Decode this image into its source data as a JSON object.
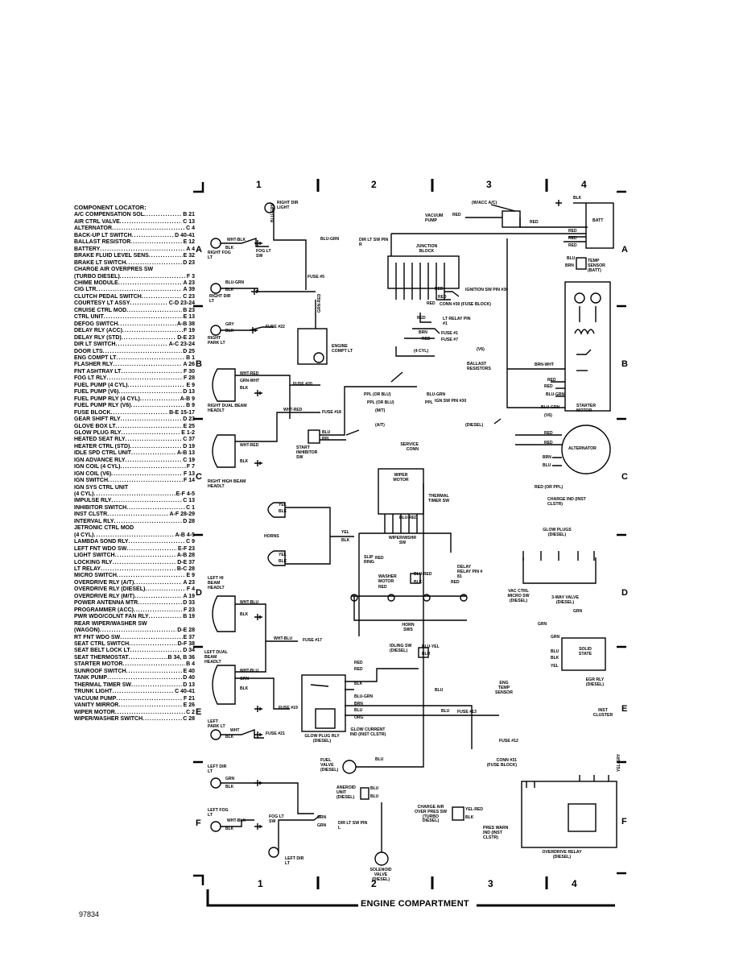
{
  "locator": {
    "heading": "COMPONENT LOCATOR:",
    "items": [
      {
        "name": "A/C COMPENSATION SOL",
        "ref": "B 21"
      },
      {
        "name": "AIR CTRL VALVE",
        "ref": "C 13"
      },
      {
        "name": "ALTERNATOR",
        "ref": "C 4"
      },
      {
        "name": "BACK-UP LT SWITCH",
        "ref": "D 40-41"
      },
      {
        "name": "BALLAST RESISTOR",
        "ref": "E 12"
      },
      {
        "name": "BATTERY",
        "ref": "A 4"
      },
      {
        "name": "BRAKE FLUID LEVEL SENS",
        "ref": "E 32"
      },
      {
        "name": "BRAKE LT SWITCH",
        "ref": "D 23"
      },
      {
        "name": "CHARGE AIR OVERPRES SW",
        "ref": ""
      },
      {
        "name": "(TURBO DIESEL)",
        "ref": "F 3"
      },
      {
        "name": "CHIME MODULE",
        "ref": "A 23"
      },
      {
        "name": "CIG LTR",
        "ref": "A 39"
      },
      {
        "name": "CLUTCH PEDAL SWITCH",
        "ref": "C 23"
      },
      {
        "name": "COURTESY LT ASSY",
        "ref": "C-D 23-24"
      },
      {
        "name": "CRUISE CTRL MOD",
        "ref": "B 23"
      },
      {
        "name": "CTRL UNIT",
        "ref": "E 13"
      },
      {
        "name": "DEFOG SWITCH",
        "ref": "A-B 38"
      },
      {
        "name": "DELAY RLY (ACC)",
        "ref": "F 19"
      },
      {
        "name": "DELAY RLY (STD)",
        "ref": "D-E 23"
      },
      {
        "name": "DIR LT SWITCH",
        "ref": "A-C 23-24"
      },
      {
        "name": "DOOR LTS",
        "ref": "D 25"
      },
      {
        "name": "ENG COMPT LT",
        "ref": "B 1"
      },
      {
        "name": "FLASHER RLY",
        "ref": "A 26"
      },
      {
        "name": "FNT ASHTRAY LT",
        "ref": "F 30"
      },
      {
        "name": "FOG LT RLY",
        "ref": "F 28"
      },
      {
        "name": "FUEL PUMP (4 CYL)",
        "ref": "E 9"
      },
      {
        "name": "FUEL PUMP (V6)",
        "ref": "D 13"
      },
      {
        "name": "FUEL PUMP RLY (4 CYL)",
        "ref": "A-B 9"
      },
      {
        "name": "FUEL PUMP RLY (V6)",
        "ref": "B 9"
      },
      {
        "name": "FUSE BLOCK",
        "ref": "B-E 15-17"
      },
      {
        "name": "GEAR SHIFT RLY",
        "ref": "D 23"
      },
      {
        "name": "GLOVE BOX LT",
        "ref": "E 25"
      },
      {
        "name": "GLOW PLUG RLY",
        "ref": "E 1-2"
      },
      {
        "name": "HEATED SEAT RLY",
        "ref": "C 37"
      },
      {
        "name": "HEATER CTRL (STD)",
        "ref": "D 19"
      },
      {
        "name": "IDLE SPD CTRL UNIT",
        "ref": "A-B 13"
      },
      {
        "name": "IGN ADVANCE RLY",
        "ref": "C 19"
      },
      {
        "name": "IGN COIL (4 CYL)",
        "ref": "F 7"
      },
      {
        "name": "IGN COIL (V6)",
        "ref": "F 13"
      },
      {
        "name": "IGN SWITCH",
        "ref": "F 14"
      },
      {
        "name": "IGN SYS CTRL UNIT",
        "ref": ""
      },
      {
        "name": "(4 CYL)",
        "ref": "E-F 4-5"
      },
      {
        "name": "IMPULSE RLY",
        "ref": "C 13"
      },
      {
        "name": "INHIBITOR SWITCH",
        "ref": "C 1"
      },
      {
        "name": "INST CLSTR",
        "ref": "A-F 28-29"
      },
      {
        "name": "INTERVAL RLY",
        "ref": "D 28"
      },
      {
        "name": "JETRONIC CTRL MOD",
        "ref": ""
      },
      {
        "name": "(4 CYL)",
        "ref": "A-B 4-5"
      },
      {
        "name": "LAMBDA SOND RLY",
        "ref": "C 9"
      },
      {
        "name": "LEFT FNT WDO SW",
        "ref": "E-F 23"
      },
      {
        "name": "LIGHT SWITCH",
        "ref": "A-B 28"
      },
      {
        "name": "LOCKING RLY",
        "ref": "D-E 37"
      },
      {
        "name": "LT RELAY",
        "ref": "B-C 28"
      },
      {
        "name": "MICRO SWITCH",
        "ref": "E 9"
      },
      {
        "name": "OVERDRIVE RLY (A/T)",
        "ref": "A 23"
      },
      {
        "name": "OVERDRIVE RLY (DIESEL)",
        "ref": "F 4"
      },
      {
        "name": "OVERDRIVE RLY (M/T)",
        "ref": "A 19"
      },
      {
        "name": "POWER ANTENNA MTR",
        "ref": "D 33"
      },
      {
        "name": "PROGRAMMER (ACC)",
        "ref": "F 23"
      },
      {
        "name": "PWR WDO/COLNT FAN RLY",
        "ref": "B 19"
      },
      {
        "name": "REAR WIPER/WASHER SW",
        "ref": ""
      },
      {
        "name": "(WAGON)",
        "ref": "D-E 28"
      },
      {
        "name": "RT FNT WDO SW",
        "ref": "E 37"
      },
      {
        "name": "SEAT CTRL SWITCH",
        "ref": "D-F 38"
      },
      {
        "name": "SEAT BELT LOCK LT",
        "ref": "D 34"
      },
      {
        "name": "SEAT THERMOSTAT",
        "ref": "B 34, B 36"
      },
      {
        "name": "STARTER MOTOR",
        "ref": "B 4"
      },
      {
        "name": "SUNROOF SWITCH",
        "ref": "E 40"
      },
      {
        "name": "TANK PUMP",
        "ref": "D 40"
      },
      {
        "name": "THERMAL TIMER SW",
        "ref": "D 13"
      },
      {
        "name": "TRUNK LIGHT",
        "ref": "C 40-41"
      },
      {
        "name": "VACUUM PUMP",
        "ref": "F 21"
      },
      {
        "name": "VANITY MIRROR",
        "ref": "E 26"
      },
      {
        "name": "WIPER MOTOR",
        "ref": "C 2"
      },
      {
        "name": "WIPER/WASHER SWITCH",
        "ref": "C 28"
      }
    ]
  },
  "grid": {
    "columns": [
      "1",
      "2",
      "3",
      "4"
    ],
    "rows": [
      "A",
      "B",
      "C",
      "D",
      "E",
      "F"
    ]
  },
  "footer": {
    "title": "ENGINE COMPARTMENT",
    "page_id": "97834"
  },
  "labels": {
    "right_dir_light": "RIGHT DIR LIGHT",
    "right_fog_lt": "RIGHT FOG LT",
    "fog_lt_sw": "FOG LT SW",
    "right_dir_lt": "RIGHT DIR LT",
    "right_park_lt": "RIGHT PARK LT",
    "fuse_5": "FUSE #5",
    "fuse_22": "FUSE #22",
    "engine_compt_lt": "ENGINE COMPT LT",
    "right_dual_beam": "RIGHT DUAL BEAM HEADLT",
    "fuse_20": "FUSE #20",
    "fuse_18": "FUSE #18",
    "right_high_beam": "RIGHT HIGH BEAM HEADLT",
    "start_inhibitor": "START INHIBITOR SW",
    "horns": "HORNS",
    "left_hi_beam": "LEFT HI BEAM HEADLT",
    "left_dual_beam": "LEFT DUAL BEAM HEADLT",
    "fuse_17": "FUSE #17",
    "fuse_19": "FUSE #19",
    "left_park_lt": "LEFT PARK LT",
    "fuse_21": "FUSE #21",
    "left_dir_lt": "LEFT DIR LT",
    "left_fog_lt": "LEFT FOG LT",
    "fog_lt_sw2": "FOG LT SW",
    "dir_lt_sw_pin_r": "DIR LT SW PIN R",
    "dir_lt_sw_pin_l": "DIR LT SW PIN L",
    "left_dir_lt2": "LEFT DIR LT",
    "acc_ac": "(W/ACC A/C)",
    "vacuum_pump": "VACUUM PUMP",
    "junction_block": "JUNCTION BLOCK",
    "ign_sw_30": "IGNITION SW PIN #30",
    "conn_30": "CONN #30 (FUSE BLOCK)",
    "lt_relay_pin1": "LT RELAY PIN #1",
    "fuse_1": "FUSE #1",
    "fuse_7": "FUSE #7",
    "four_cyl": "(4 CYL)",
    "v6": "(V6)",
    "ballast_resistors": "BALLAST RESISTORS",
    "batt": "BATT",
    "temp_sensor": "TEMP SENSOR (BATT)",
    "starter_motor": "STARTER MOTOR",
    "v6_2": "(V6)",
    "ign_sw_pin30": "IGN SW PIN #30",
    "mt": "(M/T)",
    "at": "(A/T)",
    "diesel": "(DIESEL)",
    "service_conn": "SERVICE CONN",
    "alternator": "ALTERNATOR",
    "wiper_motor": "WIPER MOTOR",
    "thermal_timer": "THERMAL TIMER SW",
    "red_or_ppl": "RED (OR PPL)",
    "charge_ind": "CHARGE IND (INST CLSTR)",
    "wiper_wshr": "WIPER/WSHR SW",
    "glow_plugs": "GLOW PLUGS (DIESEL)",
    "delay_relay": "DELAY RELAY PIN # 81",
    "washer_motor": "WASHER MOTOR",
    "slip_ring": "SLIP RING",
    "horn_sws": "HORN SWS",
    "vac_ctrl": "VAC CTRL MICRO SW (DIESEL)",
    "three_way": "3-WAY VALVE (DIESEL)",
    "idling_sw": "IDLING SW (DIESEL)",
    "solid_state": "SOLID STATE",
    "egr_rly": "EGR RLY (DIESEL)",
    "eng_temp": "ENG TEMP SENSOR",
    "fuse_13": "FUSE #13",
    "inst_cluster": "INST CLUSTER",
    "glow_current": "GLOW CURRENT IND (INST CLSTR)",
    "glow_plug_rly": "GLOW PLUG RLY (DIESEL)",
    "fuse_12": "FUSE #12",
    "conn_31": "CONN #31 (FUSE BLOCK)",
    "fuel_valve": "FUEL VALVE (DIESEL)",
    "aneroid": "ANEROID UNIT (DIESEL)",
    "charge_air": "CHARGE AIR OVER PRES SW (TURBO DIESEL)",
    "pres_warn": "PRES WARN IND (INST CLSTR)",
    "overdrive_relay": "OVERDRIVE RELAY (DIESEL)",
    "solenoid_valve": "SOLENOID VALVE (DIESEL)"
  },
  "wires": {
    "blu_grn": "BLU-GRN",
    "wht_blk": "WHT-BLK",
    "blk": "BLK",
    "gry": "GRY",
    "grn_red": "GRN-RED",
    "wht_red": "WHT-RED",
    "grn_wht": "GRN-WHT",
    "wht": "WHT",
    "yel": "YEL",
    "wht_blu": "WHT-BLU",
    "grn": "GRN",
    "red": "RED",
    "brn": "BRN",
    "blu": "BLU",
    "ppl": "PPL",
    "ppl_or_blu": "PPL (OR BLU)",
    "blu_red": "BLU-RED",
    "blu_yel": "BLU-YEL",
    "org": "ORG",
    "yel_red": "YEL-RED",
    "yel_gry": "YEL-GRY",
    "brn_wht": "BRN-WHT",
    "dir_lt_sw_pin_r": "DIR LT SW PIN R"
  }
}
